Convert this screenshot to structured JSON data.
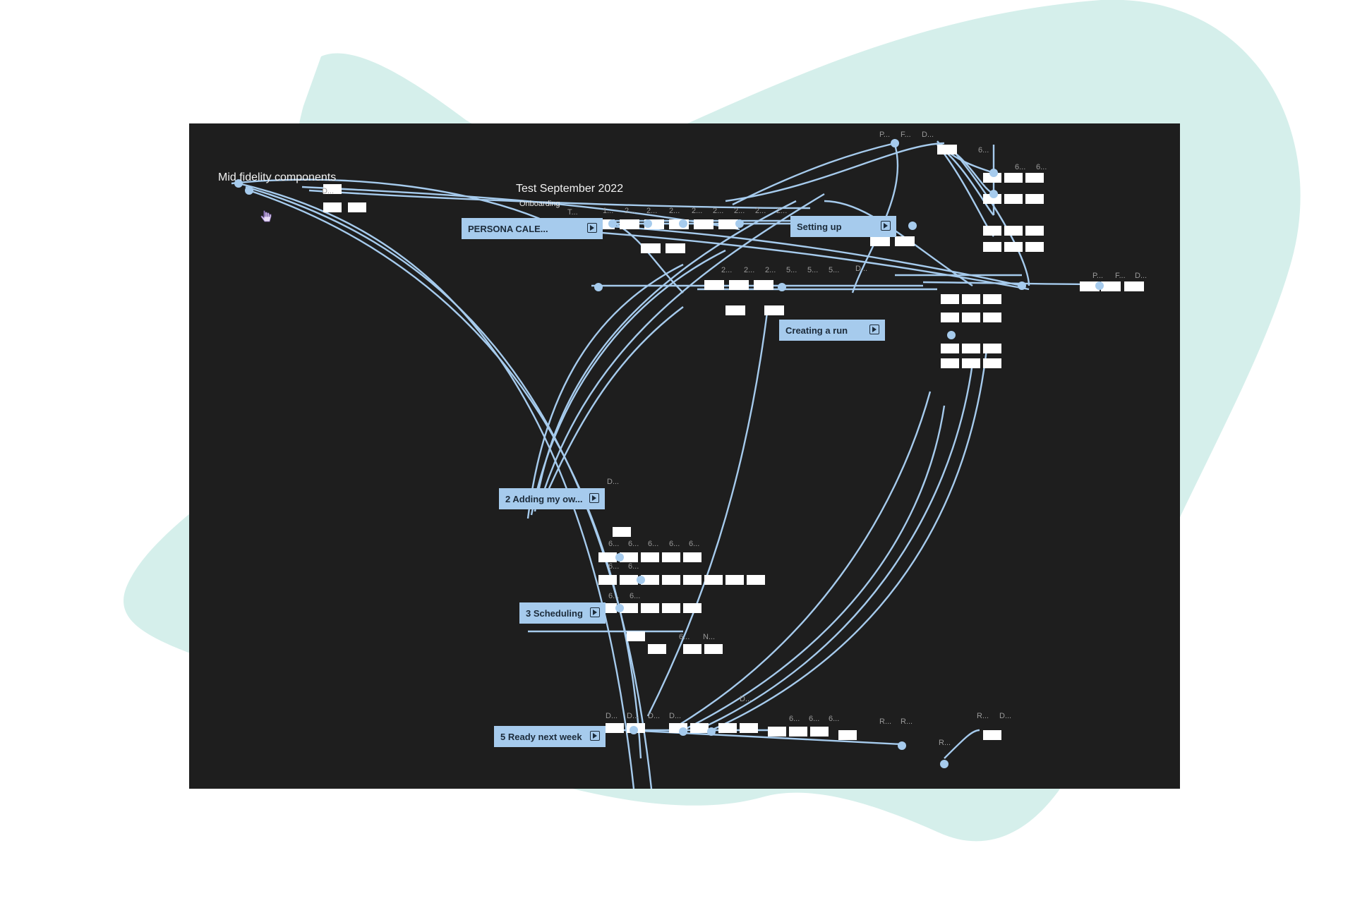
{
  "colors": {
    "page_background": "#ffffff",
    "blob": "#d5efeb",
    "canvas": "#1e1e1e",
    "connector": "#a6cbed",
    "frame": "#ffffff"
  },
  "sections": {
    "mid_fidelity": "Mid fidelity components",
    "test": "Test September 2022",
    "onboarding": "Onboarding"
  },
  "flows": {
    "persona_calendar": "PERSONA CALE...",
    "setting_up": "Setting up",
    "creating_a_run": "Creating a run",
    "adding_my_own": "2 Adding my ow...",
    "scheduling": "3 Scheduling",
    "ready_next_week": "5 Ready next week"
  },
  "frame_labels": [
    "D...",
    "T...",
    "1...",
    "2...",
    "2...",
    "2...",
    "2...",
    "2...",
    "2...",
    "2...",
    "2...",
    "P...",
    "F...",
    "D...",
    "6...",
    "6...",
    "6...",
    "D...",
    "2...",
    "2...",
    "2...",
    "5...",
    "5...",
    "5...",
    "P...",
    "F...",
    "D...",
    "D...",
    "6...",
    "6...",
    "6...",
    "6...",
    "6...",
    "6...",
    "6...",
    "6...",
    "6...",
    "6...",
    "N...",
    "D...",
    "D...",
    "D...",
    "D...",
    "D...",
    "6...",
    "6...",
    "6...",
    "R...",
    "R...",
    "R...",
    "R...",
    "D..."
  ],
  "icons": {
    "play": "play-icon",
    "hand": "hand-cursor-icon"
  }
}
